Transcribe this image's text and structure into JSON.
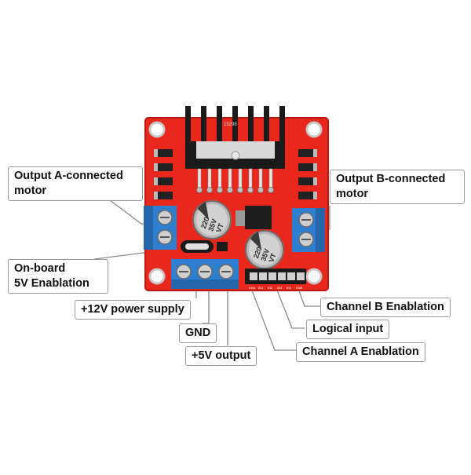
{
  "labels": {
    "output_a": "Output A-connected motor",
    "output_a_line1": "Output A-connected",
    "output_a_line2": "motor",
    "output_b": "Output B-connected motor",
    "output_b_line1": "Output B-connected",
    "output_b_line2": "motor",
    "onboard_5v": "On-board 5V Enablation",
    "onboard_5v_line1": "On-board",
    "onboard_5v_line2": "5V Enablation",
    "power_12v": "+12V power supply",
    "gnd": "GND",
    "output_5v": "+5V output",
    "channel_b": "Channel B Enablation",
    "logical_input": "Logical input",
    "channel_a": "Channel A Enablation"
  },
  "board": {
    "capacitor_text_line1": "220",
    "capacitor_text_line2": "35V",
    "capacitor_text_line3": "VT",
    "chip_marking": "15298",
    "header_pin_labels": [
      "ENA",
      "IN1",
      "IN2",
      "IN3",
      "IN4",
      "ENB"
    ]
  },
  "colors": {
    "board_red": "#e8281c",
    "terminal_blue": "#2f7fd0",
    "heatsink_black": "#1a1a1a",
    "callout_border": "#9a9a9a",
    "leader_line": "#8a8a8a"
  },
  "icons": {
    "screw_terminal": "screw-terminal-icon",
    "capacitor": "capacitor-icon",
    "driver_chip": "l298n-chip-icon"
  }
}
